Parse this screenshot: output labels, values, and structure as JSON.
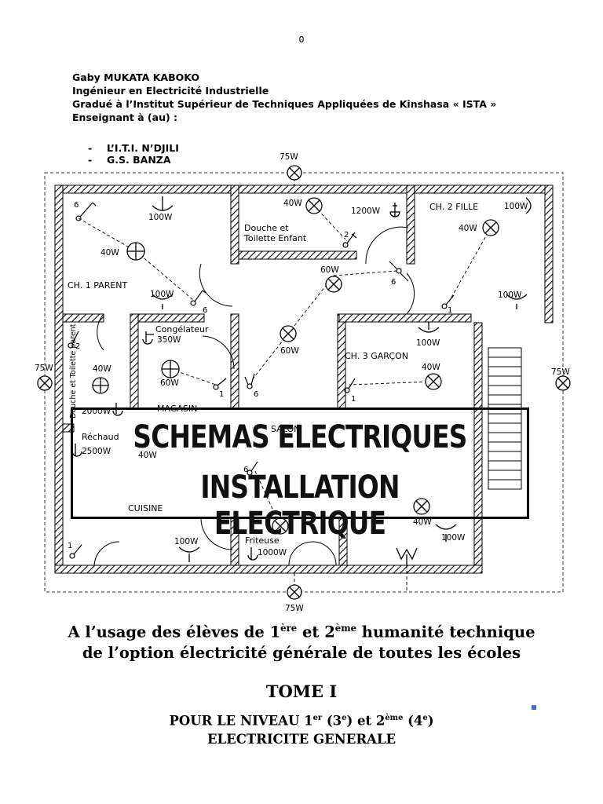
{
  "page_number": "0",
  "author": {
    "name": "Gaby MUKATA KABOKO",
    "title": "Ingénieur en Electricité Industrielle",
    "degree": "Gradué à l’Institut Supérieur de Techniques Appliquées de Kinshasa « ISTA »",
    "teaching": "Enseignant à (au) :",
    "schools": [
      "L’I.T.I. N’DJILI",
      "G.S. BANZA"
    ]
  },
  "plan": {
    "rooms": {
      "ch1": "CH. 1 PARENT",
      "douche_enfant_1": "Douche et",
      "douche_enfant_2": "Toilette Enfant",
      "ch2": "CH. 2 FILLE",
      "ch3": "CH. 3 GARÇON",
      "congelateur": "Congélateur",
      "magasin": "MAGASIN",
      "salon": "SALON",
      "rechaud": "Réchaud",
      "cuisine": "CUISINE",
      "friteuse": "Friteuse",
      "douche_parent": "Douche et Toilette parent"
    },
    "labels": {
      "w75": "75W",
      "w100": "100W",
      "w40": "40W",
      "w60": "60W",
      "w1200": "1200W",
      "w350": "350W",
      "w2000": "2000W",
      "w2500": "2500W",
      "w1000": "1000W",
      "n1": "1",
      "n2": "2",
      "n6": "6"
    }
  },
  "banner": {
    "line1": "SCHEMAS ELECTRIQUES",
    "line2": "INSTALLATION ELECTRIQUE"
  },
  "usage": {
    "line1_a": "A l’usage des élèves de 1",
    "line1_sup1": "ère",
    "line1_b": " et 2",
    "line1_sup2": "ème",
    "line1_c": " humanité technique",
    "line2": "de l’option électricité générale de toutes les écoles"
  },
  "tome": "TOME I",
  "niveau": {
    "a": "POUR LE NIVEAU 1",
    "sup1": "er",
    "b": " (3",
    "sup2": "e",
    "c": ") et 2",
    "sup3": "ème",
    "d": " (4",
    "sup4": "e",
    "e": ")",
    "line2": "ELECTRICITE GENERALE"
  }
}
